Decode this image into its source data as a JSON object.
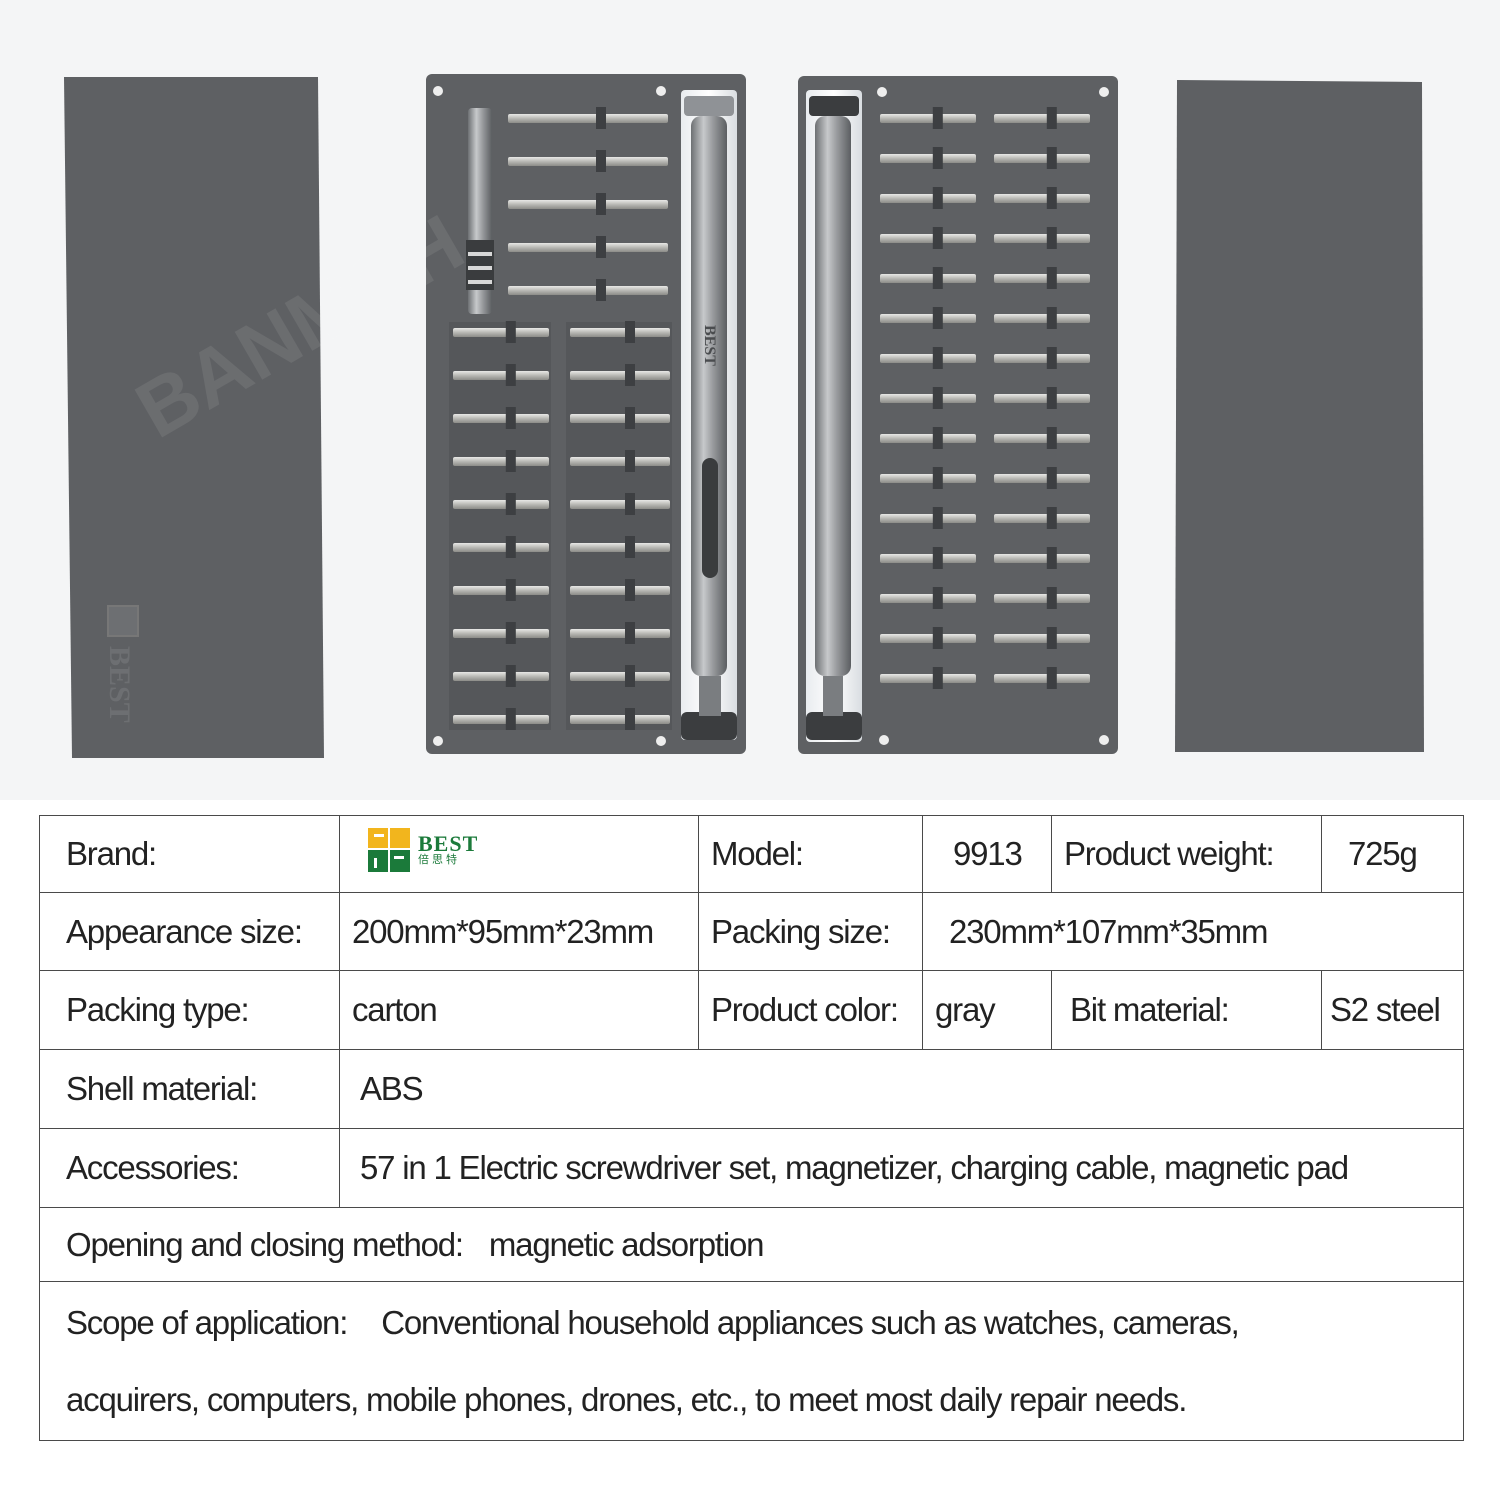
{
  "brand_logo": {
    "name": "BEST",
    "sub": "倍思特",
    "colors": [
      "#f2b51d",
      "#1b7a3a"
    ]
  },
  "specs": {
    "brand_label": "Brand:",
    "model_label": "Model:",
    "model_value": "9913",
    "weight_label": "Product weight:",
    "weight_value": "725g",
    "appearance_label": "Appearance size:",
    "appearance_value": "200mm*95mm*23mm",
    "packing_size_label": "Packing size:",
    "packing_size_value": "230mm*107mm*35mm",
    "packing_type_label": "Packing type:",
    "packing_type_value": "carton",
    "color_label": "Product color:",
    "color_value": "gray",
    "bit_label": "Bit material:",
    "bit_value": "S2 steel",
    "shell_label": "Shell material:",
    "shell_value": "ABS",
    "accessories_label": "Accessories:",
    "accessories_value": "57 in 1 Electric screwdriver set, magnetizer, charging cable, magnetic pad",
    "opening_label": "Opening and closing method:",
    "opening_value": "magnetic adsorption",
    "scope_label": "Scope of application:",
    "scope_value_1": "Conventional household appliances such as watches, cameras,",
    "scope_value_2": "acquirers, computers, mobile phones, drones, etc., to meet most daily repair needs."
  }
}
